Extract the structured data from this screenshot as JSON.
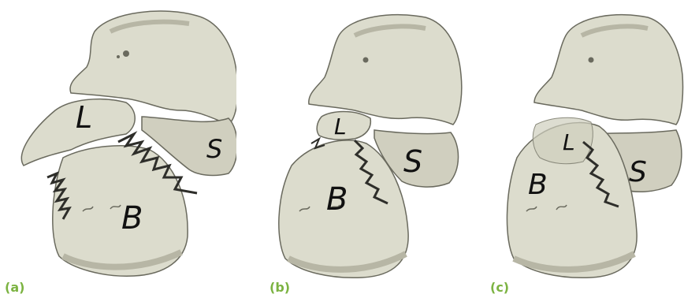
{
  "colors": {
    "bone_fill": "#dcdccd",
    "bone_shade": "#b7b6a5",
    "bone_outline": "#6a6a5e",
    "fracture": "#2e2e2a",
    "caption": "#7cb342"
  },
  "panels": [
    {
      "caption": "(a)",
      "labels": {
        "L": "L",
        "S": "S",
        "B": "B"
      }
    },
    {
      "caption": "(b)",
      "labels": {
        "L": "L",
        "S": "S",
        "B": "B"
      }
    },
    {
      "caption": "(c)",
      "labels": {
        "L": "L",
        "S": "S",
        "B": "B"
      }
    }
  ]
}
